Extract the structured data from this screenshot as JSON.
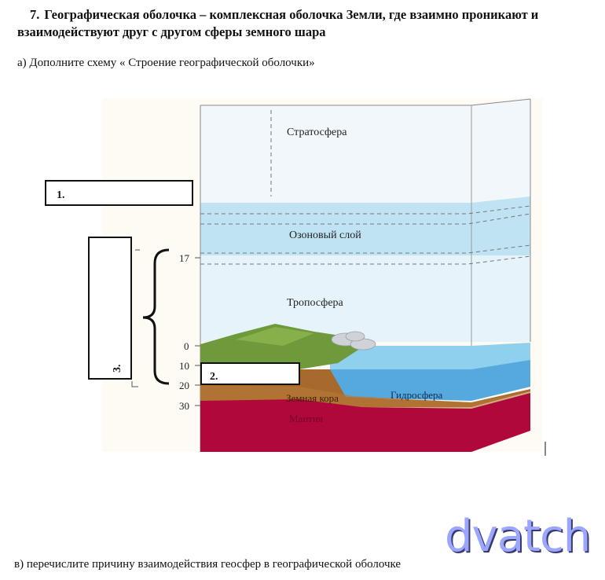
{
  "task": {
    "number": "7.",
    "title": "Географическая оболочка – комплексная оболочка Земли, где взаимно проникают и взаимодействуют друг с другом сферы земного шара"
  },
  "subtask_a": "а) Дополните схему « Строение географической оболочки»",
  "subtask_b": "в) перечислите причину взаимодействия геосфер в географической оболочке",
  "diagram": {
    "layers": {
      "stratosphere": "Стратосфера",
      "ozone": "Озоновый слой",
      "troposphere": "Тропосфера",
      "crust": "Земная кора",
      "hydrosphere": "Гидросфера",
      "mantle": "Мантия"
    },
    "scale": [
      "17",
      "0",
      "10",
      "20",
      "30"
    ],
    "blanks": [
      "1.",
      "2.",
      "3."
    ]
  },
  "watermark": "dvatch"
}
